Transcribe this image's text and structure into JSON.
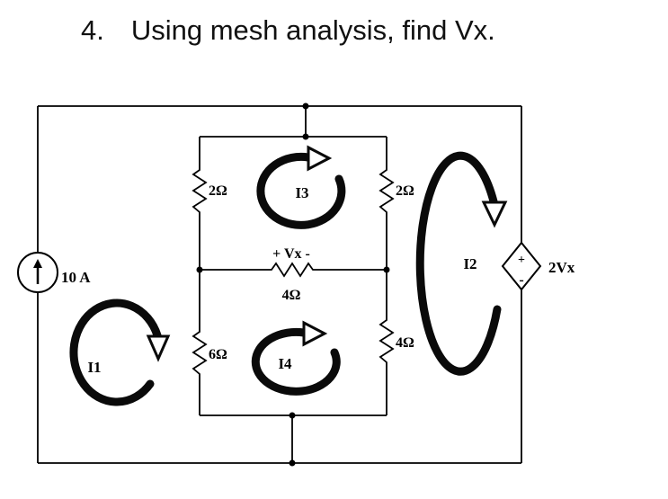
{
  "title": {
    "number": "4.",
    "text": "Using mesh analysis, find Vx."
  },
  "circuit": {
    "current_source": {
      "label": "10 A"
    },
    "dependent_source": {
      "label": "2Vx",
      "plus": "+",
      "minus": "-"
    },
    "vx_marking": "+ Vx -",
    "resistors": {
      "top_left": "2Ω",
      "top_right": "2Ω",
      "middle": "4Ω",
      "bottom_left": "6Ω",
      "bottom_right": "4Ω"
    },
    "mesh_currents": {
      "i1": "I1",
      "i2": "I2",
      "i3": "I3",
      "i4": "I4"
    }
  },
  "colors": {
    "wire": "#000000",
    "background": "#ffffff"
  }
}
